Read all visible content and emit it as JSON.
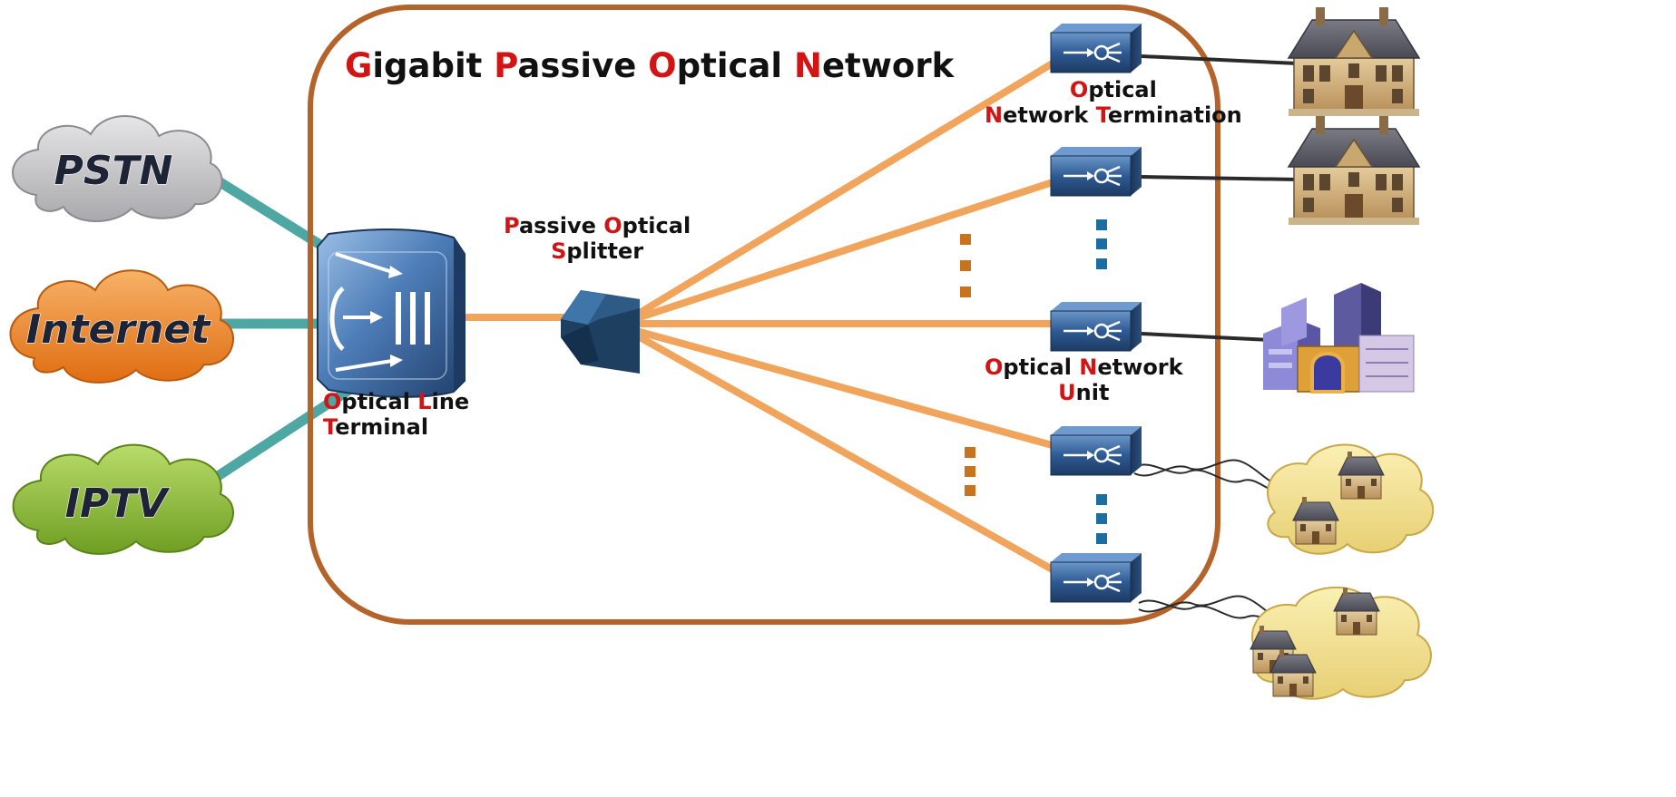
{
  "title": {
    "parts": [
      {
        "t": "G",
        "hl": true
      },
      {
        "t": "igabit  ",
        "hl": false
      },
      {
        "t": "P",
        "hl": true
      },
      {
        "t": "assive ",
        "hl": false
      },
      {
        "t": "O",
        "hl": true
      },
      {
        "t": "ptical ",
        "hl": false
      },
      {
        "t": "N",
        "hl": true
      },
      {
        "t": "etwork",
        "hl": false
      }
    ]
  },
  "services": {
    "pstn": "PSTN",
    "internet": "Internet",
    "iptv": "IPTV"
  },
  "labels": {
    "olt": [
      [
        {
          "t": "O",
          "hl": true
        },
        {
          "t": "ptical ",
          "hl": false
        },
        {
          "t": "L",
          "hl": true
        },
        {
          "t": "ine",
          "hl": false
        }
      ],
      [
        {
          "t": "T",
          "hl": true
        },
        {
          "t": "erminal",
          "hl": false
        }
      ]
    ],
    "splitter": [
      [
        {
          "t": "P",
          "hl": true
        },
        {
          "t": "assive ",
          "hl": false
        },
        {
          "t": "O",
          "hl": true
        },
        {
          "t": "ptical",
          "hl": false
        }
      ],
      [
        {
          "t": "S",
          "hl": true
        },
        {
          "t": "plitter",
          "hl": false
        }
      ]
    ],
    "ont": [
      [
        {
          "t": "O",
          "hl": true
        },
        {
          "t": "ptical",
          "hl": false
        }
      ],
      [
        {
          "t": "N",
          "hl": true
        },
        {
          "t": "etwork ",
          "hl": false
        },
        {
          "t": "T",
          "hl": true
        },
        {
          "t": "ermination",
          "hl": false
        }
      ]
    ],
    "onu": [
      [
        {
          "t": "O",
          "hl": true
        },
        {
          "t": "ptical ",
          "hl": false
        },
        {
          "t": "N",
          "hl": true
        },
        {
          "t": "etwork",
          "hl": false
        }
      ],
      [
        {
          "t": "U",
          "hl": true
        },
        {
          "t": "nit",
          "hl": false
        }
      ]
    ]
  },
  "colors": {
    "frame": "#b4642a",
    "fiber": "#f0a45c",
    "service_link": "#4fa7a3",
    "highlight": "#d21414",
    "ellipsis_orange": "#c8741f",
    "ellipsis_blue": "#1a6fa0",
    "cloud_pstn": "#c9c9cc",
    "cloud_internet": "#f08a2a",
    "cloud_iptv": "#8cbf3a",
    "device": "#2f5d96"
  },
  "icons": {
    "olt": "optical-line-terminal-icon",
    "splitter": "passive-splitter-icon",
    "onu": "optical-network-unit-icon",
    "house": "house-icon",
    "office": "office-building-icon",
    "neighborhood": "neighborhood-cloud-icon"
  }
}
